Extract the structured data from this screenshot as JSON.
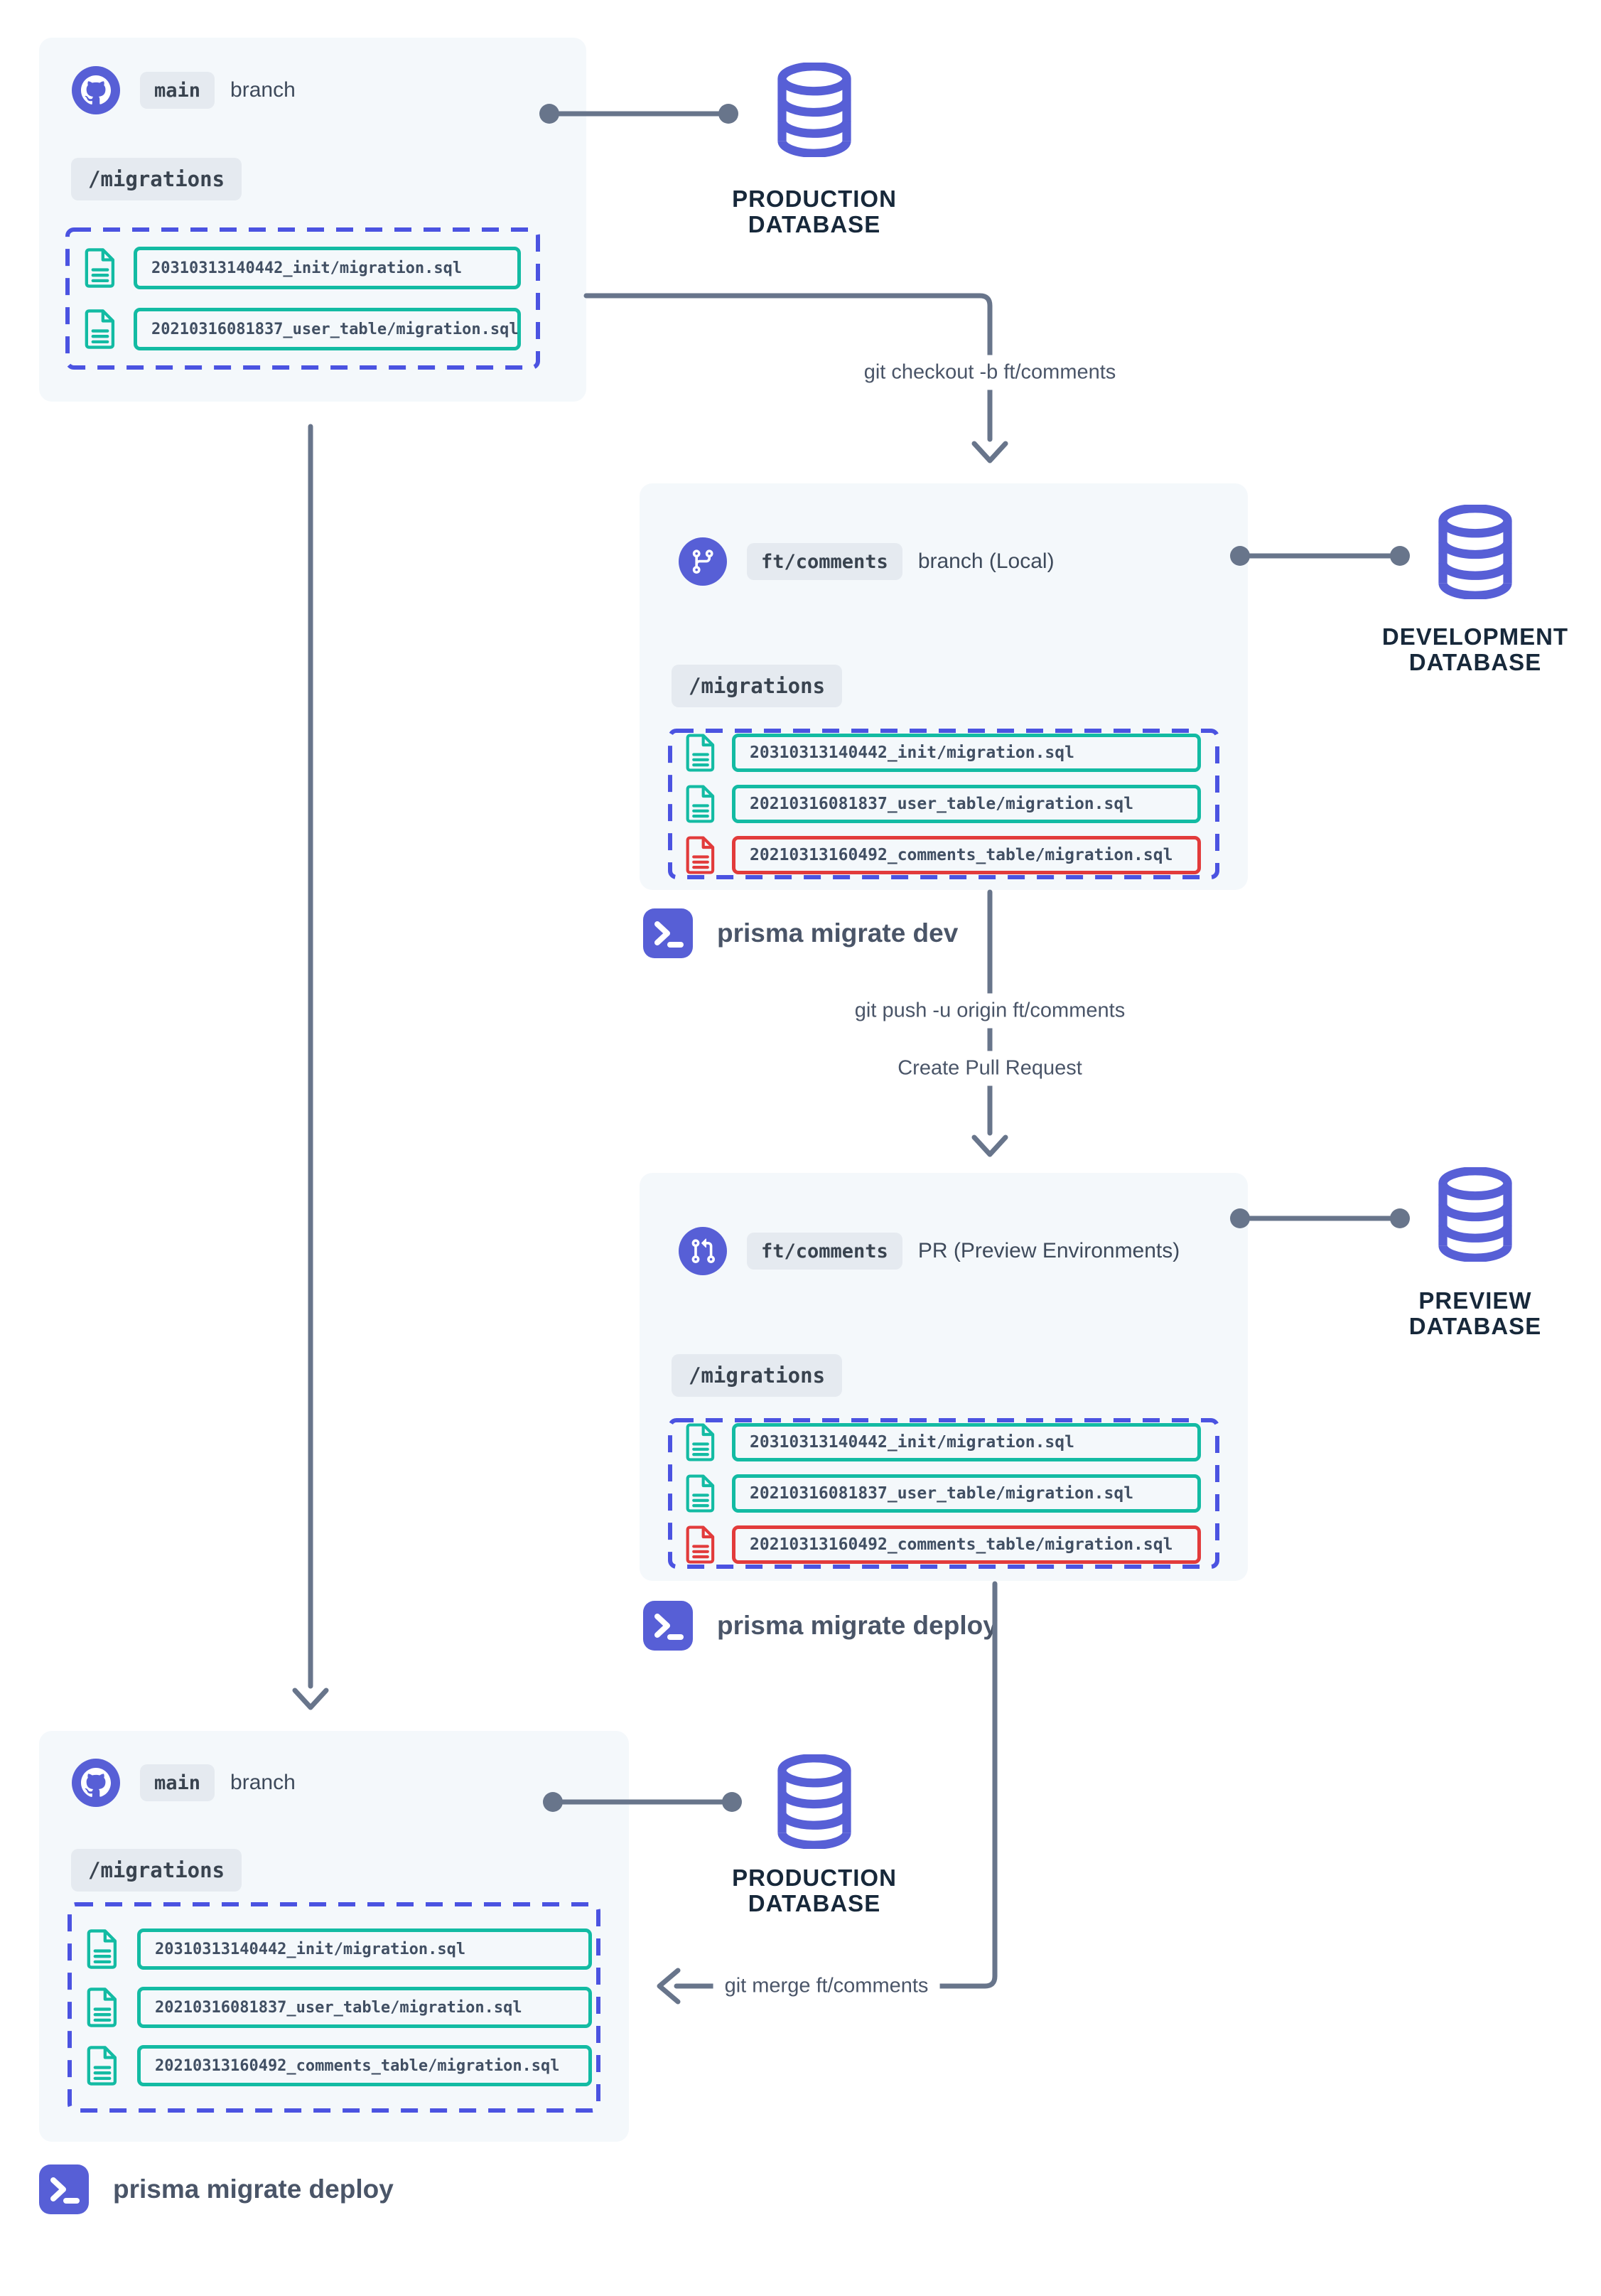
{
  "colors": {
    "indigo": "#575fd6",
    "dash_indigo": "#4b53e1",
    "teal": "#13bba3",
    "red": "#e23b3b",
    "connector_gray": "#68758b",
    "panel_bg": "#f4f8fb",
    "badge_bg": "#e5eaf0",
    "db_label": "#17283a"
  },
  "boxes": [
    {
      "icon": "github",
      "badge": "main",
      "label": "branch",
      "dir": "/migrations",
      "files": [
        {
          "name": "20310313140442_init/migration.sql",
          "status": "ok"
        },
        {
          "name": "20210316081837_user_table/migration.sql",
          "status": "ok"
        }
      ]
    },
    {
      "icon": "git-branch",
      "badge": "ft/comments",
      "label": "branch (Local)",
      "dir": "/migrations",
      "files": [
        {
          "name": "20310313140442_init/migration.sql",
          "status": "ok"
        },
        {
          "name": "20210316081837_user_table/migration.sql",
          "status": "ok"
        },
        {
          "name": "20210313160492_comments_table/migration.sql",
          "status": "new"
        }
      ]
    },
    {
      "icon": "git-pull-request",
      "badge": "ft/comments",
      "label": "PR (Preview Environments)",
      "dir": "/migrations",
      "files": [
        {
          "name": "20310313140442_init/migration.sql",
          "status": "ok"
        },
        {
          "name": "20210316081837_user_table/migration.sql",
          "status": "ok"
        },
        {
          "name": "20210313160492_comments_table/migration.sql",
          "status": "new"
        }
      ]
    },
    {
      "icon": "github",
      "badge": "main",
      "label": "branch",
      "dir": "/migrations",
      "files": [
        {
          "name": "20310313140442_init/migration.sql",
          "status": "ok"
        },
        {
          "name": "20210316081837_user_table/migration.sql",
          "status": "ok"
        },
        {
          "name": "20210313160492_comments_table/migration.sql",
          "status": "ok"
        }
      ]
    }
  ],
  "databases": [
    {
      "line1": "PRODUCTION",
      "line2": "DATABASE"
    },
    {
      "line1": "DEVELOPMENT",
      "line2": "DATABASE"
    },
    {
      "line1": "PREVIEW",
      "line2": "DATABASE"
    },
    {
      "line1": "PRODUCTION",
      "line2": "DATABASE"
    }
  ],
  "commands": [
    {
      "label": "prisma migrate dev"
    },
    {
      "label": "prisma migrate deploy"
    },
    {
      "label": "prisma migrate deploy"
    }
  ],
  "flow_labels": {
    "checkout": "git checkout -b ft/comments",
    "push": "git push -u origin ft/comments",
    "create_pr": "Create Pull Request",
    "merge": "git merge ft/comments"
  }
}
